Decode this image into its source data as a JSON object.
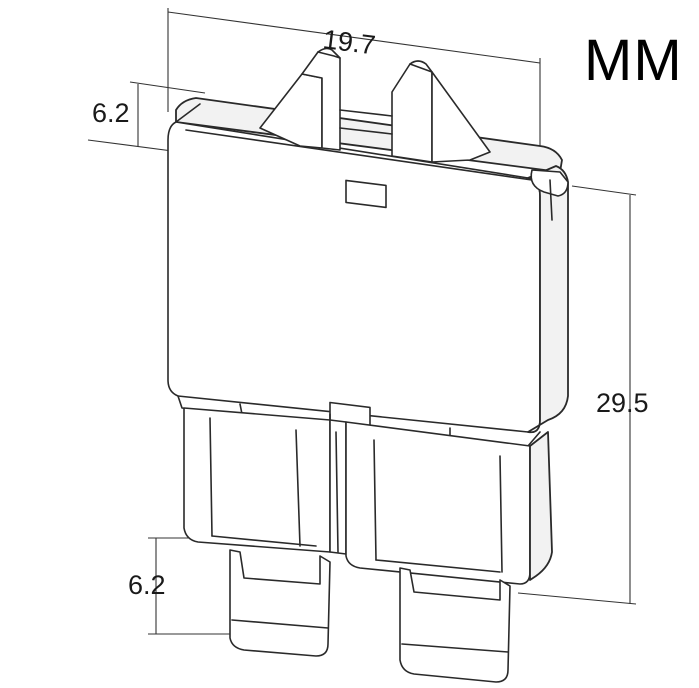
{
  "unit_label": "MM",
  "dimensions": {
    "width": "19.7",
    "depth_top": "6.2",
    "height": "29.5",
    "terminal_length": "6.2"
  }
}
